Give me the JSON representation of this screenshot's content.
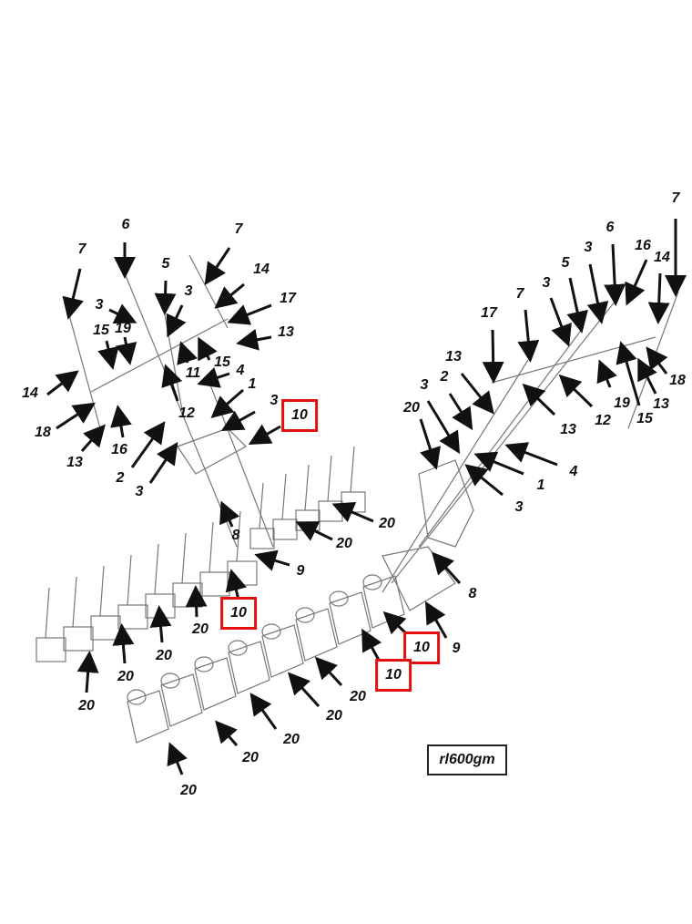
{
  "labels": [
    "7",
    "6",
    "7",
    "5",
    "14",
    "3",
    "19",
    "15",
    "3",
    "17",
    "13",
    "14",
    "11",
    "15",
    "4",
    "1",
    "3",
    "10",
    "18",
    "12",
    "16",
    "13",
    "2",
    "3",
    "7",
    "6",
    "16",
    "14",
    "3",
    "5",
    "3",
    "7",
    "17",
    "13",
    "2",
    "3",
    "20",
    "18",
    "13",
    "19",
    "15",
    "12",
    "13",
    "4",
    "1",
    "3",
    "20",
    "20",
    "8",
    "9",
    "8",
    "10",
    "10",
    "9",
    "10",
    "20",
    "20",
    "20",
    "20",
    "20",
    "20",
    "20",
    "20",
    "20"
  ],
  "model_code": "rl600gm",
  "colors": {
    "highlight_box": "#e01010",
    "ink": "#111111"
  }
}
